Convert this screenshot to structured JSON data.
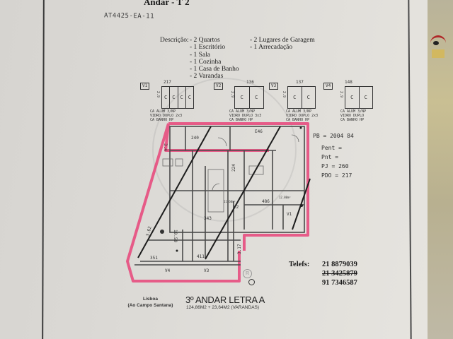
{
  "document": {
    "header_title": "Andar - T 2",
    "handwritten_ref": "AT4425-EA-11",
    "description": {
      "label": "Descrição:",
      "items_left": [
        "- 2 Quartos",
        "- 1 Escritório",
        "- 1 Sala",
        "- 1 Cozinha",
        "- 1 Casa de Banho",
        "- 2 Varandas"
      ],
      "items_right": [
        "- 2 Lugares de Garagem",
        "- 1 Arrecadação"
      ]
    },
    "parking_spaces": [
      {
        "tag": "V1",
        "number": "217",
        "cells": [
          "C",
          "C",
          "C",
          "C"
        ],
        "side": "2.9",
        "notes": [
          "CA ALUM 3/NP",
          "VIDRO DUPLO 2x3",
          "CA BANHO HP"
        ]
      },
      {
        "tag": "V2",
        "number": "136",
        "cells": [
          "C",
          "C"
        ],
        "side": "2.9",
        "notes": [
          "CA ALUM 3/NP",
          "VIDRO DUPLO 3x3",
          "CA BANHO HP"
        ]
      },
      {
        "tag": "V3",
        "number": "137",
        "cells": [
          "C",
          "C"
        ],
        "side": "2.9",
        "notes": [
          "CA ALUM 3/NP",
          "VIDRO DUPLO 2x3",
          "CA BANHO HP"
        ]
      },
      {
        "tag": "V4",
        "number": "148",
        "cells": [
          "C",
          "C"
        ],
        "side": "2.9",
        "notes": [
          "CA ALUM 3/NP",
          "VIDRO DUPLO",
          "CA BANHO HP"
        ]
      }
    ],
    "floor_plan": {
      "room_labels": [
        "240",
        "E46",
        "3.4",
        "224",
        "486",
        "11.60m²",
        "12.80m²",
        "343",
        "3.62",
        "10.50",
        "351",
        "411",
        "3.17",
        "V1",
        "V2",
        "V3",
        "V4"
      ],
      "outline_color": "#e8457a",
      "wall_color": "#4a4a4a"
    },
    "right_notes": [
      "PB = 2004 84",
      "Pent =",
      "Pnt =",
      "PJ = 260",
      "PDO = 217"
    ],
    "phones": {
      "label": "Telefs:",
      "numbers": [
        {
          "value": "21 8879039",
          "struck": false
        },
        {
          "value": "21 3425879",
          "struck": true
        },
        {
          "value": "91 7346587",
          "struck": false
        }
      ]
    },
    "location": {
      "city": "Lisboa",
      "area": "(Ao Campo Santana)"
    },
    "floor_title": "3º ANDAR LETRA A",
    "floor_area": "124,86M2 + 23,64M2 (VARANDAS)",
    "registered_mark": "R"
  }
}
